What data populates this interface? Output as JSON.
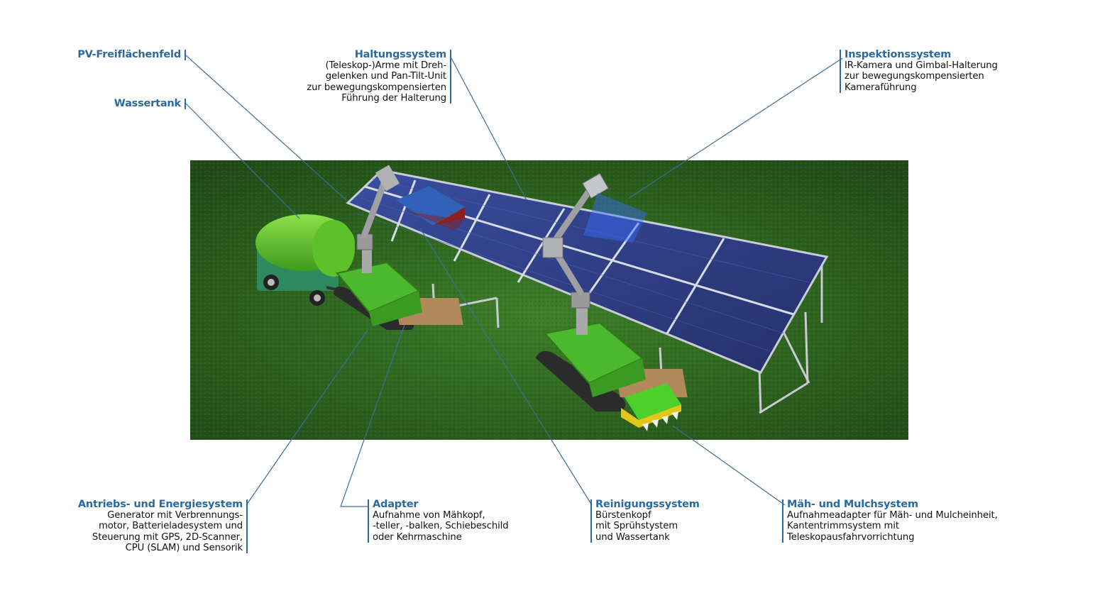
{
  "colors": {
    "title_blue": "#2a6aa0",
    "grass": "#2e6a1e",
    "panel": "#2b3c82",
    "robot_green": "#4cb82e",
    "tank_green": "#66cc33",
    "leader_line": "#3a6e9e"
  },
  "labels": {
    "pv_field": {
      "title": "PV-Freiflächenfeld"
    },
    "water_tank": {
      "title": "Wassertank"
    },
    "holding": {
      "title": "Haltungssystem",
      "lines": [
        "(Teleskop-)Arme mit Dreh-",
        "gelenken und Pan-Tilt-Unit",
        "zur bewegungskompensierten",
        "Führung der Halterung"
      ]
    },
    "inspection": {
      "title": "Inspektionssystem",
      "lines": [
        "IR-Kamera und  Gimbal-Halterung",
        "zur bewegungskompensierten",
        "Kameraführung"
      ]
    },
    "drive": {
      "title": "Antriebs- und Energiesystem",
      "lines": [
        "Generator mit Verbrennungs-",
        "motor, Batterieladesystem und",
        "Steuerung mit GPS, 2D-Scanner,",
        "CPU (SLAM) und Sensorik"
      ]
    },
    "adapter": {
      "title": "Adapter",
      "lines": [
        "Aufnahme von Mähkopf,",
        "-teller, -balken, Schiebeschild",
        "oder Kehrmaschine"
      ]
    },
    "cleaning": {
      "title": "Reinigungssystem",
      "lines": [
        "Bürstenkopf",
        "mit Sprühstystem",
        "und Wassertank"
      ]
    },
    "mowing": {
      "title": "Mäh- und Mulchsystem",
      "lines": [
        "Aufnahmeadapter für Mäh- und Mulcheinheit,",
        "Kantentrimmsystem mit",
        "Teleskopausfahrvorrichtung"
      ]
    }
  }
}
